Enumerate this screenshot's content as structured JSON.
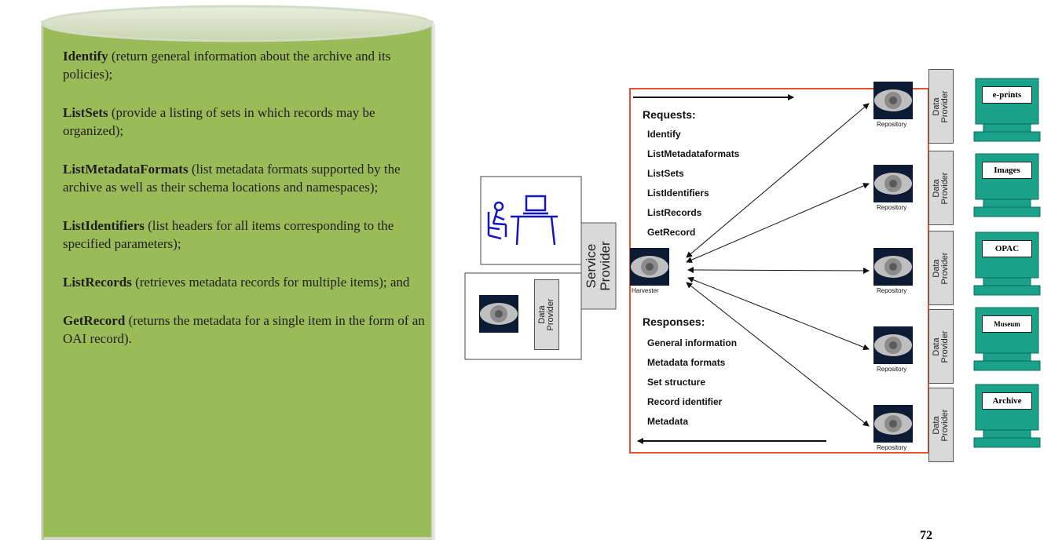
{
  "operations": [
    {
      "name": "Identify",
      "desc": " (return general information about the archive and its policies);"
    },
    {
      "name": "ListSets",
      "desc": " (provide a listing of sets in which records may be organized);"
    },
    {
      "name": "ListMetadataFormats",
      "desc": " (list metadata formats supported by the archive as well as their schema locations and namespaces);"
    },
    {
      "name": "ListIdentifiers",
      "desc": " (list headers for all items corresponding to the specified parameters);"
    },
    {
      "name": "ListRecords",
      "desc": " (retrieves metadata records for multiple items); and"
    },
    {
      "name": "GetRecord",
      "desc": " (returns the metadata for a single item in the form of an OAI record)."
    }
  ],
  "diagram": {
    "requests_heading": "Requests:",
    "requests": [
      "Identify",
      "ListMetadataformats",
      "ListSets",
      "ListIdentifiers",
      "ListRecords",
      "GetRecord"
    ],
    "responses_heading": "Responses:",
    "responses": [
      "General information",
      "Metadata formats",
      "Set structure",
      "Record identifier",
      "Metadata"
    ],
    "service_provider": "Service Provider",
    "service_provider_lines": [
      "Service",
      "Provider"
    ],
    "harvester": "Harvester",
    "repository": "Repository",
    "data_provider_lines": [
      "Data",
      "Provider"
    ],
    "computers": [
      "e-prints",
      "Images",
      "OPAC",
      "Museum",
      "Archive"
    ]
  },
  "colors": {
    "panel_green": "#9bbb59",
    "panel_border": "#8a9f66",
    "frame_orange": "#e8512a",
    "computer_teal": "#1aa38a"
  },
  "page_number": "72"
}
